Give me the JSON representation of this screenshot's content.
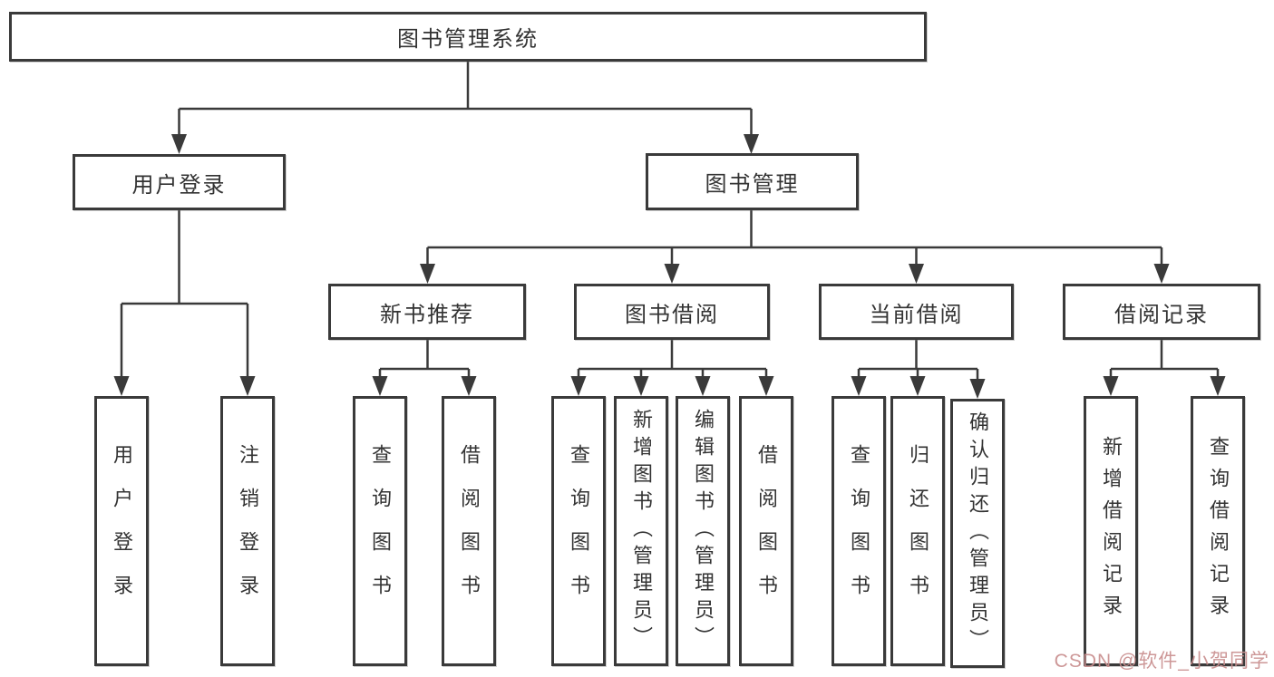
{
  "diagram": {
    "type": "hierarchy-tree",
    "tree": {
      "label": "图书管理系统",
      "children": [
        {
          "label": "用户登录",
          "children": [
            {
              "label": "用户登录"
            },
            {
              "label": "注销登录"
            }
          ]
        },
        {
          "label": "图书管理",
          "children": [
            {
              "label": "新书推荐",
              "children": [
                {
                  "label": "查询图书"
                },
                {
                  "label": "借阅图书"
                }
              ]
            },
            {
              "label": "图书借阅",
              "children": [
                {
                  "label": "查询图书"
                },
                {
                  "label": "新增图书（管理员）"
                },
                {
                  "label": "编辑图书（管理员）"
                },
                {
                  "label": "借阅图书"
                }
              ]
            },
            {
              "label": "当前借阅",
              "children": [
                {
                  "label": "查询图书"
                },
                {
                  "label": "归还图书"
                },
                {
                  "label": "确认归还（管理员）"
                }
              ]
            },
            {
              "label": "借阅记录",
              "children": [
                {
                  "label": "新增借阅记录"
                },
                {
                  "label": "查询借阅记录"
                }
              ]
            }
          ]
        }
      ]
    }
  },
  "watermark": {
    "text": "CSDN @软件_小贺同学"
  },
  "colors": {
    "line": "#3a3a3a",
    "text": "#333333",
    "watermark": "#c98f8f",
    "background": "#ffffff"
  }
}
